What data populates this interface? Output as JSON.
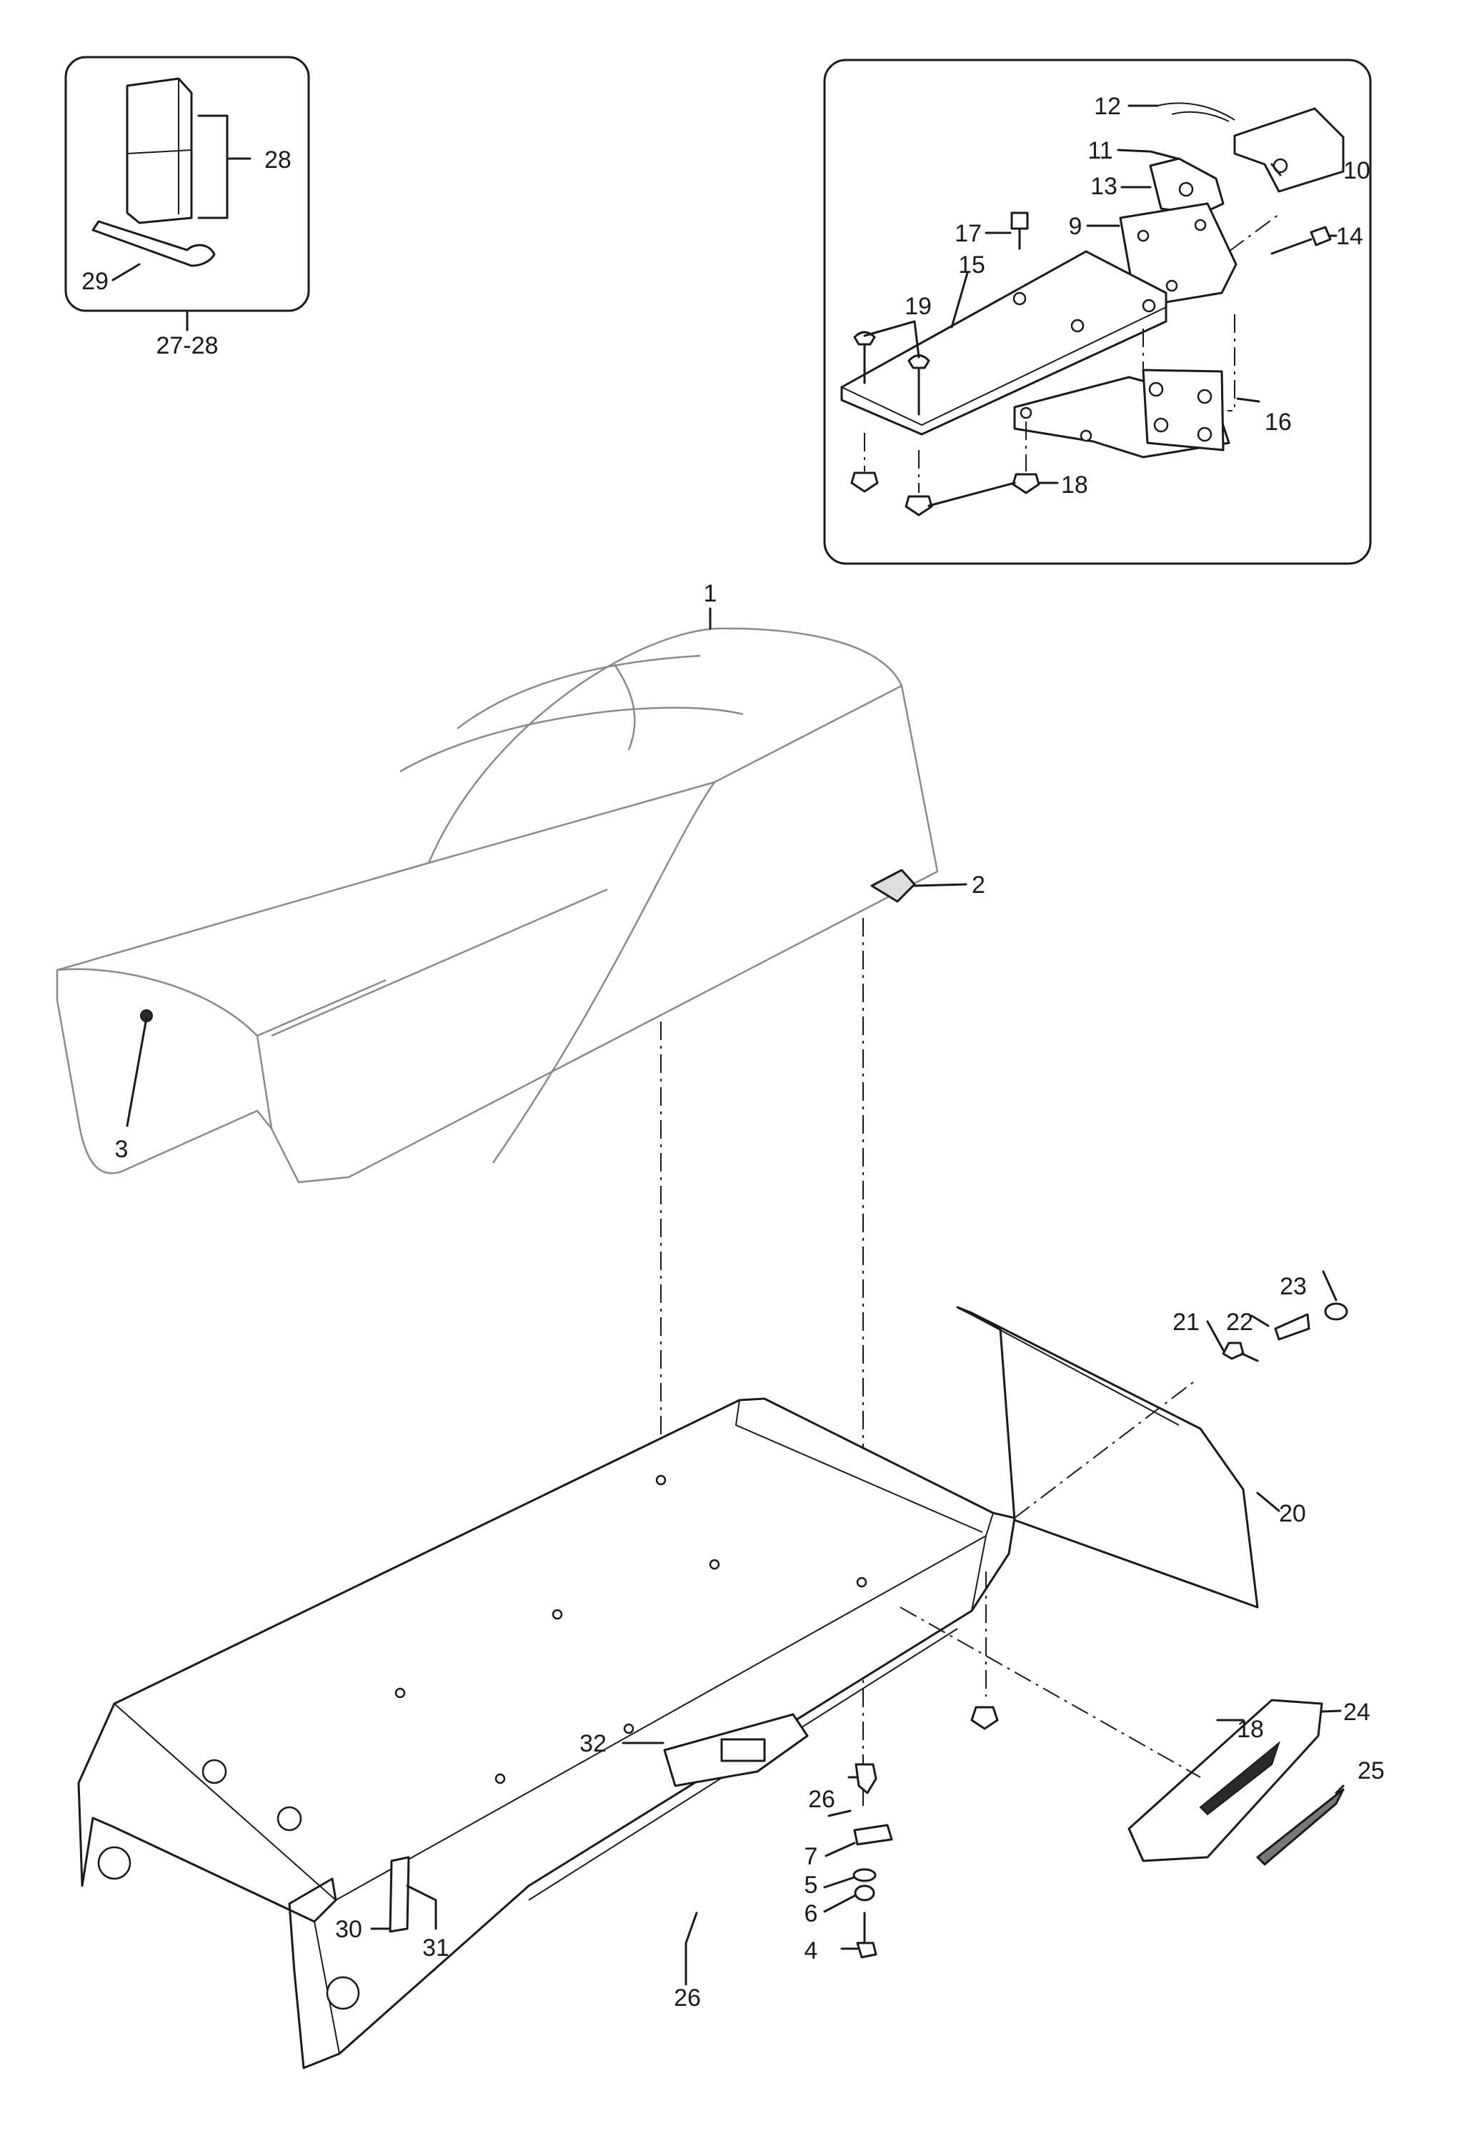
{
  "callouts": {
    "c1": "1",
    "c2": "2",
    "c3": "3",
    "c4": "4",
    "c5": "5",
    "c6": "6",
    "c7": "7",
    "c9": "9",
    "c10": "10",
    "c11": "11",
    "c12": "12",
    "c13": "13",
    "c14": "14",
    "c15": "15",
    "c16": "16",
    "c17": "17",
    "c18a": "18",
    "c18b": "18",
    "c19": "19",
    "c20": "20",
    "c21": "21",
    "c22": "22",
    "c23": "23",
    "c24": "24",
    "c25": "25",
    "c26a": "26",
    "c26b": "26",
    "c28": "28",
    "c29": "29",
    "c30": "30",
    "c31": "31",
    "c32": "32",
    "kit": "27-28"
  }
}
